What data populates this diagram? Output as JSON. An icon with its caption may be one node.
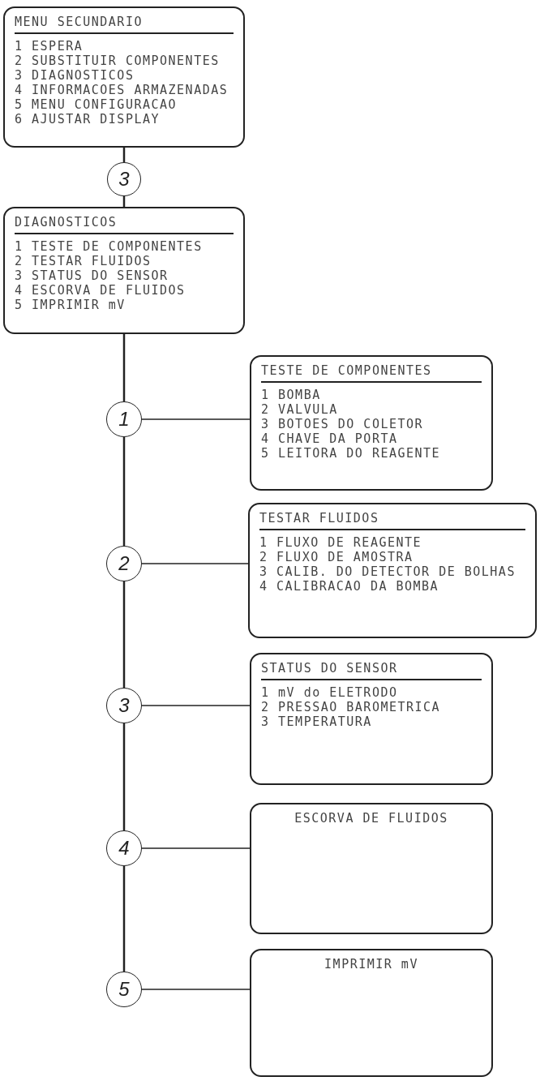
{
  "diagram": {
    "nodes": [
      {
        "text": [
          "MENU SECUNDARIO",
          "1 ESPERA",
          "2 SUBSTITUIR COMPONENTES",
          "3 DIAGNOSTICOS",
          "4 INFORMACOES ARMAZENADAS",
          "5 MENU CONFIGURACAO",
          "6 AJUSTAR DISPLAY"
        ]
      },
      {
        "text": [
          "3"
        ]
      },
      {
        "text": [
          "DIAGNOSTICOS",
          "1 TESTE DE COMPONENTES",
          "2 TESTAR FLUIDOS",
          "3 STATUS DO SENSOR",
          "4 ESCORVA DE FLUIDOS",
          "5 IMPRIMIR mV"
        ]
      },
      {
        "text": [
          "1"
        ]
      },
      {
        "text": [
          "TESTE DE COMPONENTES",
          "1 BOMBA",
          "2 VALVULA",
          "3 BOTOES DO COLETOR",
          "4 CHAVE DA PORTA",
          "5 LEITORA DO REAGENTE"
        ]
      },
      {
        "text": [
          "2"
        ]
      },
      {
        "text": [
          "TESTAR FLUIDOS",
          "1 FLUXO DE REAGENTE",
          "2 FLUXO DE AMOSTRA",
          "3 CALIB. DO DETECTOR DE BOLHAS",
          "4 CALIBRACAO DA BOMBA"
        ]
      },
      {
        "text": [
          "3"
        ]
      },
      {
        "text": [
          "STATUS DO SENSOR",
          "1 mV do ELETRODO",
          "2 PRESSAO BAROMETRICA",
          "3 TEMPERATURA"
        ]
      },
      {
        "text": [
          "4"
        ]
      },
      {
        "text": [
          "ESCORVA DE FLUIDOS"
        ]
      },
      {
        "text": [
          "5"
        ]
      },
      {
        "text": [
          "IMPRIMIR mV"
        ]
      }
    ],
    "edges": [
      {
        "from": 0,
        "to": 1,
        "arrow": "none"
      },
      {
        "from": 1,
        "to": 2,
        "arrow": "none"
      },
      {
        "from": 2,
        "to": 3,
        "arrow": "none"
      },
      {
        "from": 3,
        "to": 4,
        "arrow": "none"
      },
      {
        "from": 3,
        "to": 5,
        "arrow": "none"
      },
      {
        "from": 5,
        "to": 6,
        "arrow": "none"
      },
      {
        "from": 5,
        "to": 7,
        "arrow": "none"
      },
      {
        "from": 7,
        "to": 8,
        "arrow": "none"
      },
      {
        "from": 7,
        "to": 9,
        "arrow": "none"
      },
      {
        "from": 9,
        "to": 10,
        "arrow": "none"
      },
      {
        "from": 9,
        "to": 11,
        "arrow": "none"
      },
      {
        "from": 11,
        "to": 12,
        "arrow": "none"
      }
    ]
  }
}
